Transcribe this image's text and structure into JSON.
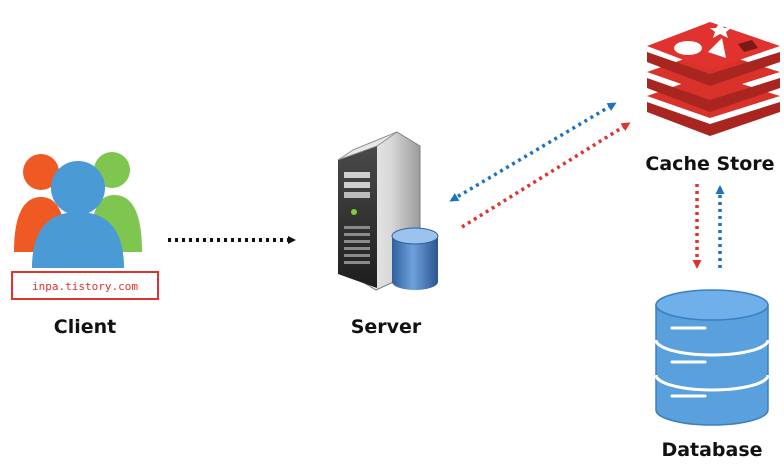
{
  "nodes": {
    "client": {
      "label": "Client",
      "icon": "users-group-icon"
    },
    "server": {
      "label": "Server",
      "icon": "server-tower-with-database-icon"
    },
    "cache": {
      "label": "Cache Store",
      "icon": "redis-stack-icon"
    },
    "database": {
      "label": "Database",
      "icon": "database-cylinder-icon"
    }
  },
  "watermark": {
    "text": "inpa.tistory.com"
  },
  "edges": [
    {
      "from": "client",
      "to": "server",
      "style": "dotted",
      "color": "#111111"
    },
    {
      "from": "server",
      "to": "cache",
      "style": "dotted",
      "color": "#1e73be",
      "bidirectional": true
    },
    {
      "from": "server",
      "to": "cache",
      "style": "dotted",
      "color": "#e0322e"
    },
    {
      "from": "cache",
      "to": "database",
      "style": "dotted",
      "color": "#e0322e"
    },
    {
      "from": "database",
      "to": "cache",
      "style": "dotted",
      "color": "#1e73be"
    }
  ],
  "colors": {
    "arrow_black": "#111111",
    "arrow_blue": "#1e73be",
    "arrow_red": "#e0322e",
    "redis_red": "#d9322b",
    "db_blue": "#5aa0dc"
  }
}
